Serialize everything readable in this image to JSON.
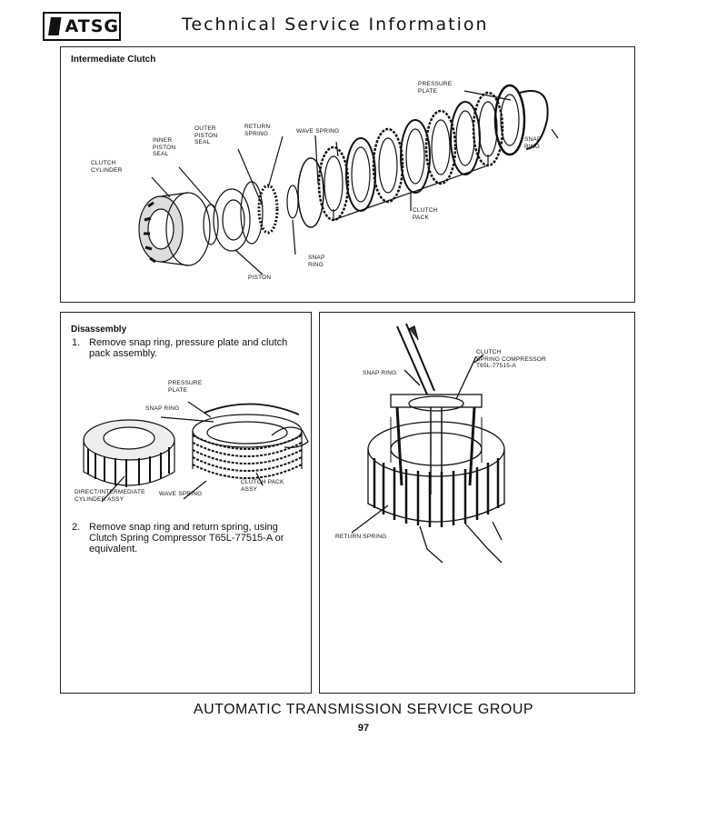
{
  "header": {
    "logo": "ATSG",
    "title": "Technical Service Information"
  },
  "top_panel": {
    "title": "Intermediate Clutch",
    "labels": {
      "pressure_plate": "PRESSURE\nPLATE",
      "wave_spring": "WAVE SPRING",
      "return_spring": "RETURN\nSPRING",
      "outer_piston_seal": "OUTER\nPISTON\nSEAL",
      "inner_piston_seal": "INNER\nPISTON\nSEAL",
      "clutch_cylinder": "CLUTCH\nCYLINDER",
      "snap_ring_right": "SNAP\nRING",
      "clutch_pack": "CLUTCH\nPACK",
      "snap_ring_lower": "SNAP\nRING",
      "piston": "PISTON"
    }
  },
  "disassembly": {
    "title": "Disassembly",
    "step1_num": "1.",
    "step1_text": "Remove snap ring, pressure plate and clutch pack assembly.",
    "step2_num": "2.",
    "step2_text": "Remove snap ring and return spring, using Clutch Spring Compressor T65L-77515-A or equivalent.",
    "labels": {
      "pressure_plate": "PRESSURE\nPLATE",
      "snap_ring": "SNAP RING",
      "direct_intermediate": "DIRECT/INTERMEDIATE\nCYLINDER ASSY",
      "wave_spring": "WAVE SPRING",
      "clutch_pack_assy": "CLUTCH PACK\nASSY"
    }
  },
  "right_panel": {
    "labels": {
      "clutch_spring_compressor": "CLUTCH\nSPRING COMPRESSOR\nT65L-77515-A",
      "snap_ring": "SNAP RING",
      "return_spring": "RETURN SPRING"
    }
  },
  "footer": {
    "title": "AUTOMATIC TRANSMISSION SERVICE GROUP",
    "page": "97"
  }
}
